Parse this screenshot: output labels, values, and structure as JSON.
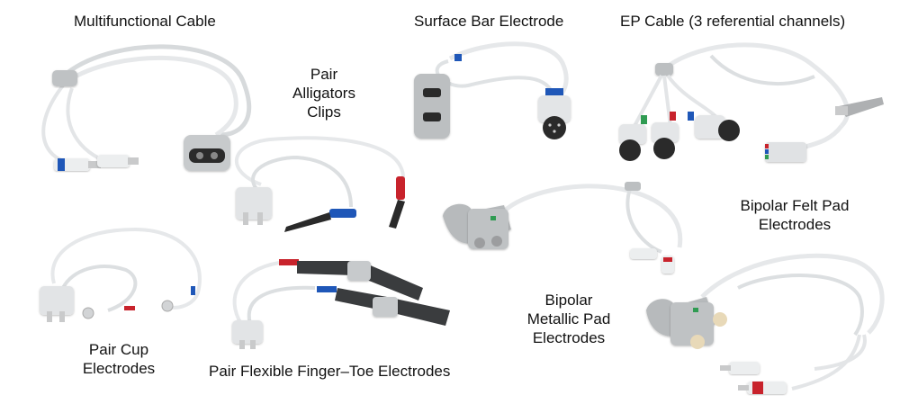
{
  "labels": {
    "multifunctional_cable": "Multifunctional Cable",
    "surface_bar_electrode": "Surface Bar Electrode",
    "ep_cable": "EP Cable (3 referential channels)",
    "pair_alligators_clips": [
      "Pair",
      "Alligators",
      "Clips"
    ],
    "bipolar_felt_pad": [
      "Bipolar Felt Pad",
      "Electrodes"
    ],
    "bipolar_metallic_pad": [
      "Bipolar",
      "Metallic Pad",
      "Electrodes"
    ],
    "pair_cup": [
      "Pair Cup",
      "Electrodes"
    ],
    "pair_flexible_finger_toe": "Pair Flexible Finger–Toe Electrodes"
  },
  "colors": {
    "background": "#ffffff",
    "cable": "#e6e8ea",
    "connector": "#b9bcbe",
    "metal": "#c9cacb",
    "dark": "#2a2a2a",
    "blue": "#1f57b8",
    "red": "#c8232c",
    "green": "#2f9b52",
    "strap": "#3a3c3e",
    "felt": "#e8d9b8"
  }
}
